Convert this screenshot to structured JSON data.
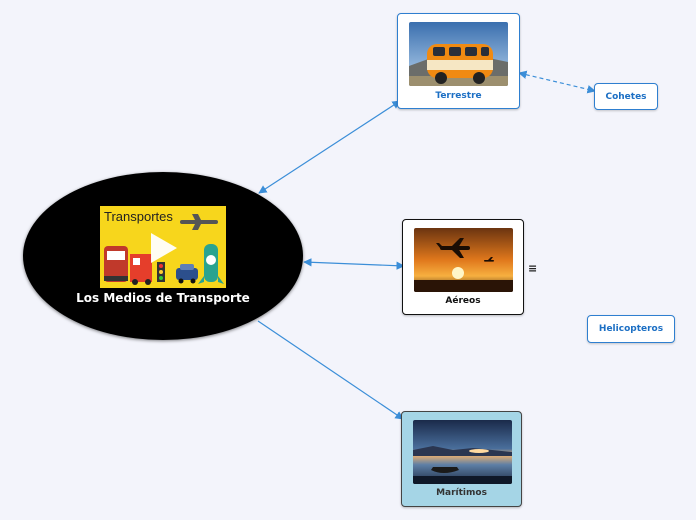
{
  "central": {
    "title": "Los Medios de Transporte",
    "thumbnail_caption": "Transportes",
    "thumbnail_icon": "play-icon"
  },
  "nodes": {
    "terrestre": {
      "label": "Terrestre",
      "image": "orange-van-photo"
    },
    "aereos": {
      "label": "Aéreos",
      "image": "airplane-sunset-photo"
    },
    "maritimos": {
      "label": "Marítimos",
      "image": "boat-lake-dusk-photo"
    },
    "cohetes": {
      "label": "Cohetes"
    },
    "helicopteros": {
      "label": "Helicopteros"
    }
  },
  "notes_icon": "≡",
  "colors": {
    "background": "#f3f4fb",
    "connector": "#3b8ed8",
    "accent_blue": "#1c6fc4",
    "maritimos_fill": "#a5d5e6",
    "central_fill": "#000000",
    "thumb_yellow": "#f7d61c"
  }
}
